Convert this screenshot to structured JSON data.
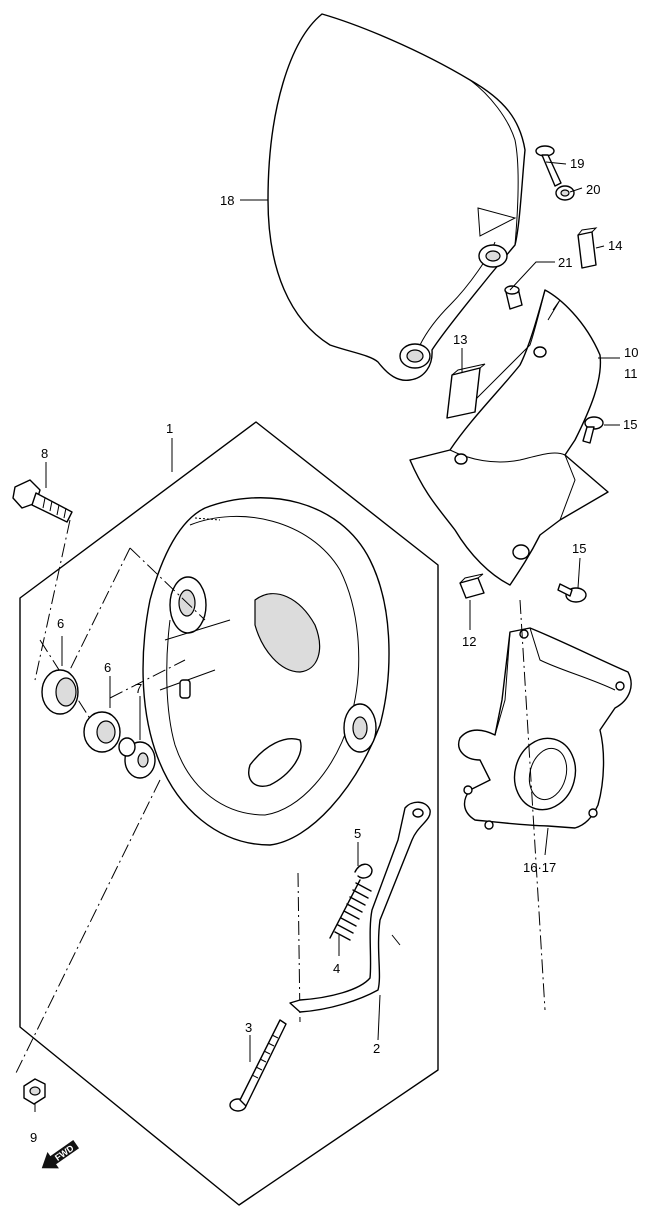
{
  "labels": {
    "p1": "1",
    "p2": "2",
    "p3": "3",
    "p4": "4",
    "p5": "5",
    "p6a": "6",
    "p6b": "6",
    "p7": "7",
    "p8": "8",
    "p9": "9",
    "p10": "10",
    "p11": "11",
    "p12": "12",
    "p13": "13",
    "p14": "14",
    "p15a": "15",
    "p15b": "15",
    "p16_17": "16·17",
    "p18": "18",
    "p19": "19",
    "p20": "20",
    "p21": "21"
  },
  "fwd_badge": "FWD",
  "icons": {
    "fwd": "fwd-arrow-icon"
  },
  "colors": {
    "line": "#000000",
    "background": "#ffffff",
    "shade": "#dcdcdc"
  }
}
